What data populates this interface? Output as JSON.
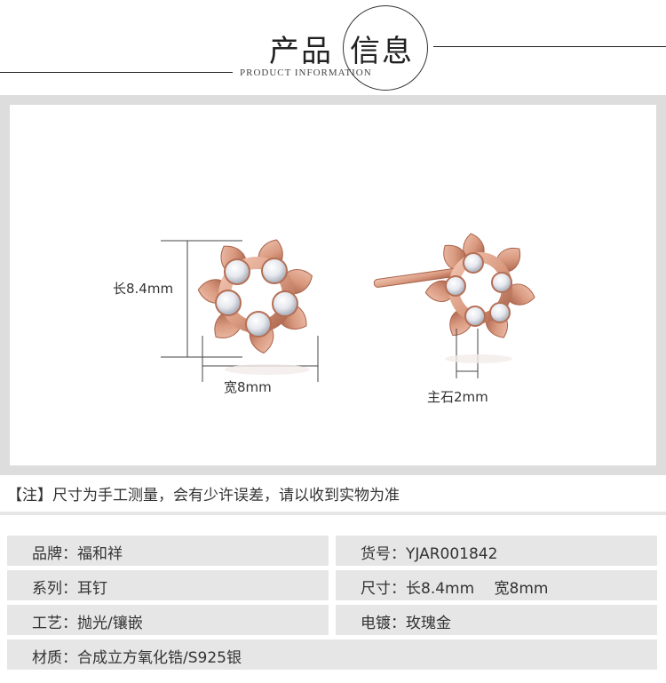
{
  "header": {
    "title_part1": "产品",
    "title_part2": "信息",
    "subtitle": "PRODUCT INFORMATION"
  },
  "photo": {
    "length_label": "长8.4mm",
    "width_label": "宽8mm",
    "stone_label": "主石2mm",
    "colors": {
      "rose_gold": "#d99a80",
      "rose_gold_dark": "#b56f55",
      "frame": "#dddddd"
    }
  },
  "note": "【注】尺寸为手工测量，会有少许误差，请以收到实物为准",
  "specs": {
    "brand": "品牌：福和祥",
    "item_no": "货号：YJAR001842",
    "series": "系列：耳钉",
    "size": "尺寸：长8.4mm　 宽8mm",
    "craft": "工艺：抛光/镶嵌",
    "plating": "电镀：玫瑰金",
    "material": "材质：合成立方氧化锆/S925银"
  }
}
